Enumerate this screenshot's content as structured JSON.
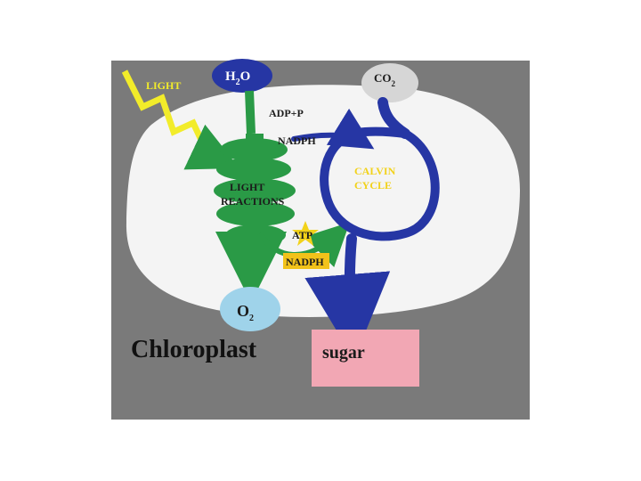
{
  "colors": {
    "background": "#7a7a7a",
    "chloroplast": "#f4f4f4",
    "light_reactions": "#2a9a46",
    "calvin": "#2636a4",
    "light": "#f2ec2a",
    "o2_fill": "#9fd3ea",
    "co2_fill": "#d6d6d6",
    "sugar_fill": "#f2a7b4",
    "atp": "#f2d21a",
    "nadph_box": "#f2c21a"
  },
  "labels": {
    "light": "LIGHT",
    "h2o_h": "H",
    "h2o_sub": "2",
    "h2o_o": "O",
    "co2": "CO",
    "co2_sub": "2",
    "adp_p": "ADP+P",
    "nadph_in": "NADPH",
    "calvin_line1": "CALVIN",
    "calvin_line2": "CYCLE",
    "light_reactions_line1": "LIGHT",
    "light_reactions_line2": "REACTIONS",
    "atp": "ATP",
    "nadph_out": "NADPH",
    "o2": "O",
    "o2_sub": "2",
    "chloroplast": "Chloroplast",
    "sugar": "sugar"
  }
}
